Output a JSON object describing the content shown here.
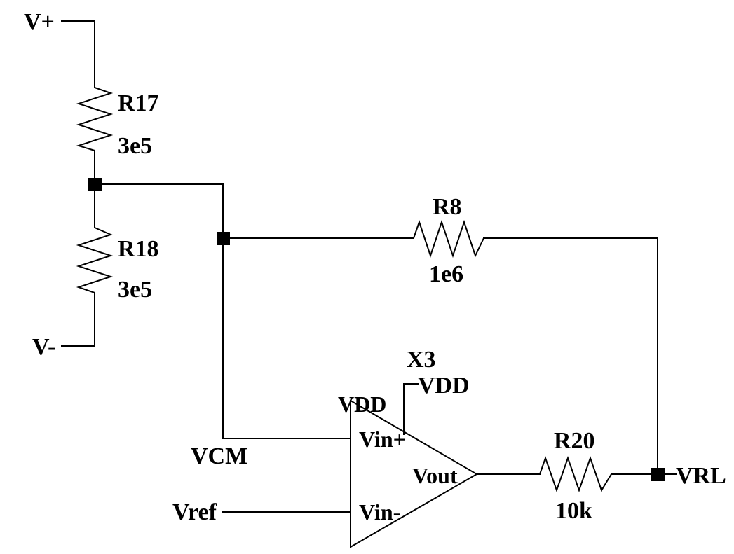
{
  "schematic": {
    "nets": {
      "vplus": "V+",
      "vminus": "V-",
      "vcm": "VCM",
      "vref": "Vref",
      "vrl": "VRL",
      "vdd": "VDD"
    },
    "resistors": {
      "r17": {
        "name": "R17",
        "value": "3e5"
      },
      "r18": {
        "name": "R18",
        "value": "3e5"
      },
      "r8": {
        "name": "R8",
        "value": "1e6"
      },
      "r20": {
        "name": "R20",
        "value": "10k"
      }
    },
    "opamp": {
      "name": "X3",
      "supply_pin": "VDD",
      "in_plus": "Vin+",
      "in_minus": "Vin-",
      "out": "Vout"
    }
  }
}
